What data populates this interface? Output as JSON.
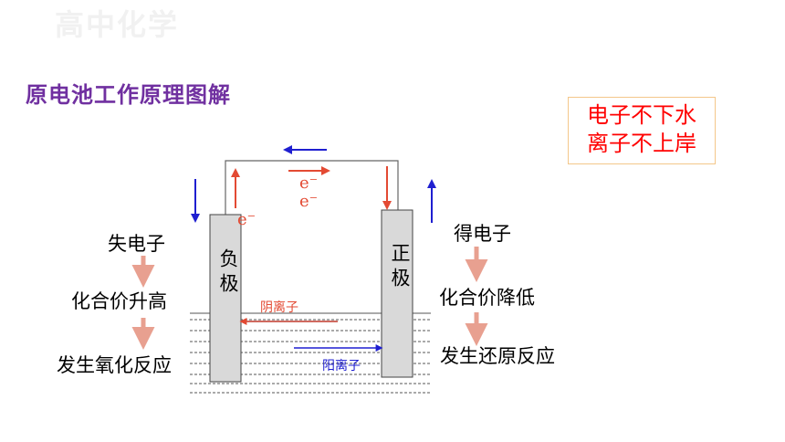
{
  "watermark": "高中化学",
  "title": "原电池工作原理图解",
  "note": {
    "line1": "电子不下水",
    "line2": "离子不上岸"
  },
  "negative": {
    "electrode": "负极",
    "steps": [
      "失电子",
      "化合价升高",
      "发生氧化反应"
    ]
  },
  "positive": {
    "electrode": "正极",
    "steps": [
      "得电子",
      "化合价降低",
      "发生还原反应"
    ]
  },
  "electron_labels": [
    "e⁻",
    "e⁻",
    "e⁻"
  ],
  "anion_label": "阴离子",
  "cation_label": "阳离子",
  "colors": {
    "title": "#7030a0",
    "note": "#ff0000",
    "electron": "#e34a33",
    "current": "#1f1fd0",
    "electrode": "#d9d9d9"
  }
}
